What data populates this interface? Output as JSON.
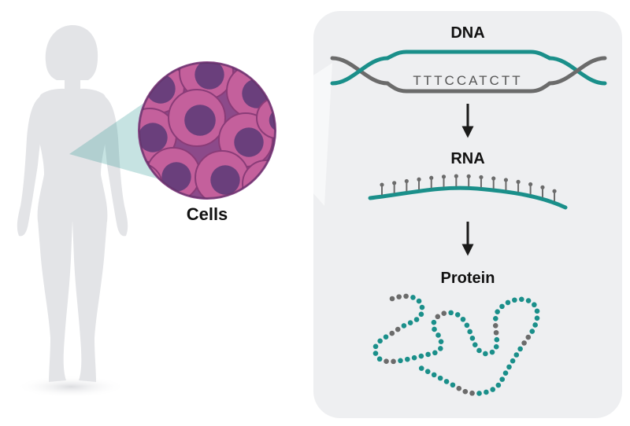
{
  "labels": {
    "cells": "Cells",
    "dna": "DNA",
    "rna": "RNA",
    "protein": "Protein",
    "dna_sequence": "TTTCCATCTT"
  },
  "colors": {
    "panel_bg": "#eeeff1",
    "silhouette": "#e3e4e7",
    "teal": "#1a8f8a",
    "gray": "#6b6b6b",
    "cell_pink": "#c4609c",
    "cell_purple": "#6a3f7c",
    "arrow": "#1a1a1a"
  },
  "icons": [
    "human-silhouette-icon",
    "cells-magnifier-icon",
    "dna-helix-icon",
    "rna-strand-icon",
    "protein-chain-icon",
    "down-arrow-icon"
  ]
}
